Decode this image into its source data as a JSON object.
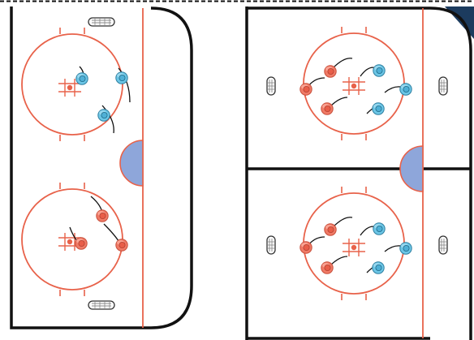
{
  "diagram": {
    "type": "hockey-rink-drill-layout",
    "panels": [
      {
        "id": "left-rink",
        "faceoff_circles": [
          {
            "id": "top",
            "players": [
              {
                "team": "blue"
              },
              {
                "team": "blue"
              },
              {
                "team": "blue"
              }
            ]
          },
          {
            "id": "bottom",
            "players": [
              {
                "team": "red"
              },
              {
                "team": "red"
              },
              {
                "team": "red"
              }
            ]
          }
        ],
        "nets": 2,
        "crease": 1
      },
      {
        "id": "right-rink-top",
        "faceoff_circles": [
          {
            "id": "center",
            "players": [
              {
                "team": "red"
              },
              {
                "team": "red"
              },
              {
                "team": "red"
              },
              {
                "team": "blue"
              },
              {
                "team": "blue"
              },
              {
                "team": "blue"
              }
            ]
          }
        ],
        "nets": 2
      },
      {
        "id": "right-rink-bottom",
        "faceoff_circles": [
          {
            "id": "center",
            "players": [
              {
                "team": "red"
              },
              {
                "team": "red"
              },
              {
                "team": "red"
              },
              {
                "team": "blue"
              },
              {
                "team": "blue"
              },
              {
                "team": "blue"
              }
            ]
          }
        ],
        "nets": 2
      }
    ]
  },
  "colors": {
    "ice": "#ffffff",
    "rink_lines": "#e8624a",
    "boards": "#111111",
    "crease": "#8ea6da",
    "team_red": "#f07a66",
    "team_blue": "#6cc6e6",
    "net": "#777777",
    "corner_tab": "#1c3b5e"
  }
}
